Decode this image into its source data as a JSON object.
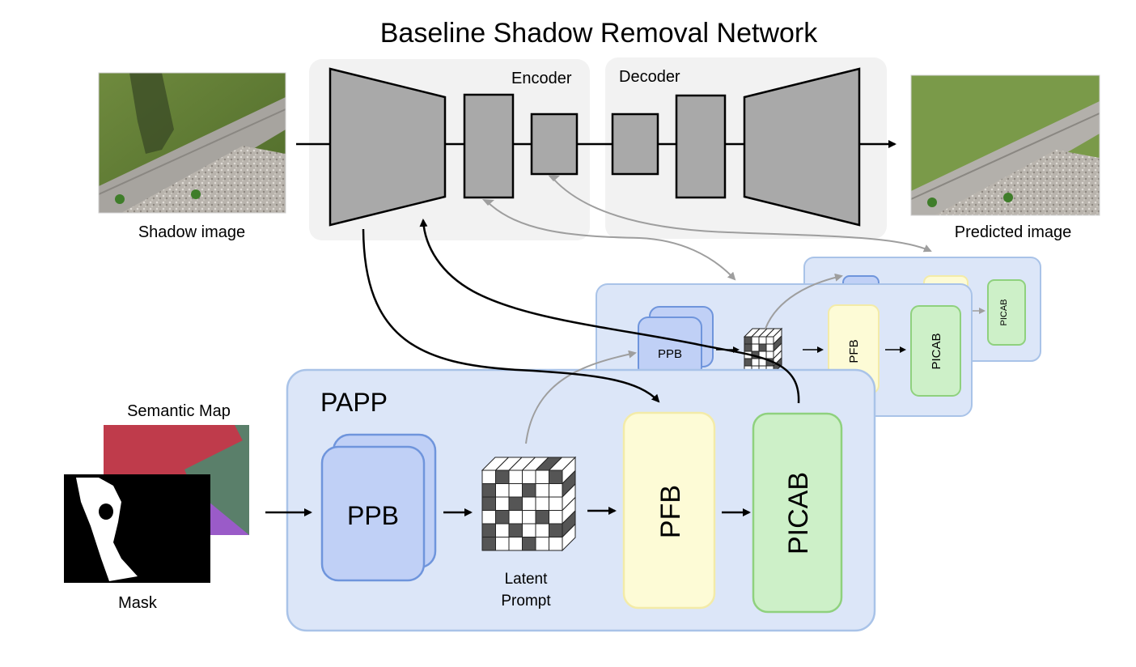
{
  "title": "Baseline Shadow Removal Network",
  "encoder_label": "Encoder",
  "decoder_label": "Decoder",
  "shadow_image_label": "Shadow image",
  "predicted_image_label": "Predicted image",
  "semantic_map_label": "Semantic Map",
  "mask_label": "Mask",
  "papp_label": "PAPP",
  "ppb_label": "PPB",
  "latent_prompt_line1": "Latent",
  "latent_prompt_line2": "Prompt",
  "pfb_label": "PFB",
  "picab_label": "PICAB",
  "colors": {
    "panel_gray": "#f2f2f2",
    "block_gray": "#a9a9a9",
    "papp_fill": "#dce6f8",
    "papp_stroke": "#a9c3e8",
    "ppb_fill": "#c0d0f6",
    "ppb_stroke": "#6f95dc",
    "pfb_fill": "#fdfbd6",
    "pfb_stroke": "#f3eba8",
    "picab_fill": "#cdf0c8",
    "picab_stroke": "#8fd17e",
    "semantic_red": "#bf3b4b",
    "semantic_green": "#5a7f6a",
    "semantic_purple": "#9a5bc8"
  }
}
